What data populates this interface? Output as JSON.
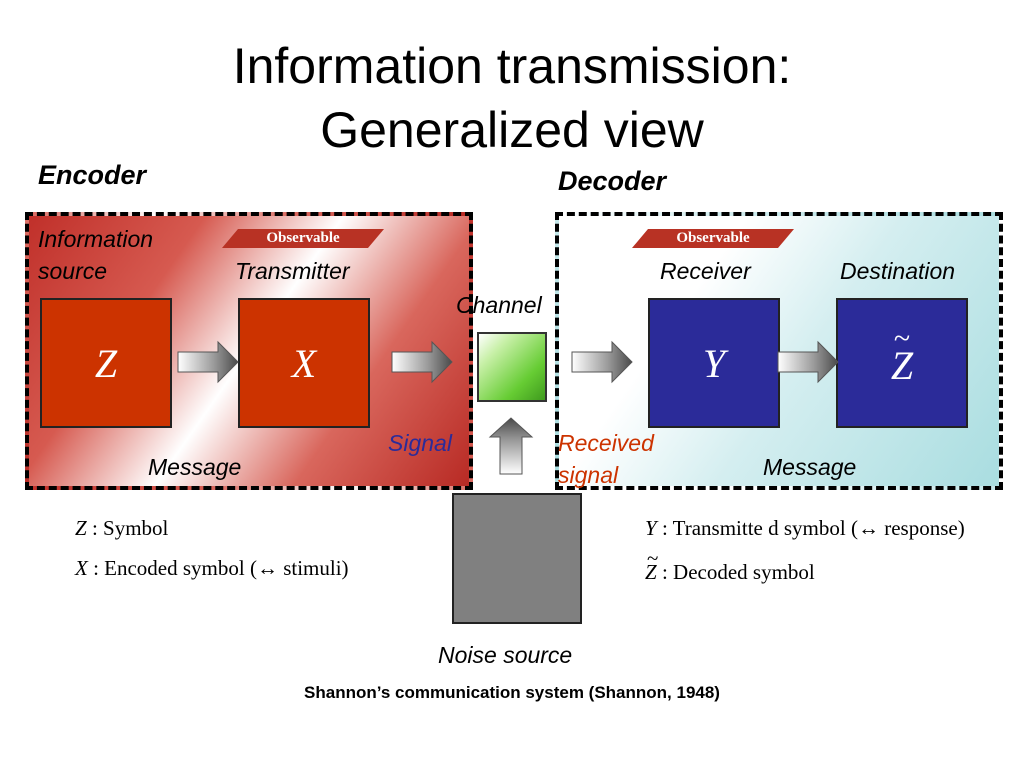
{
  "slide": {
    "title_line1": "Information transmission:",
    "title_line2": "Generalized view",
    "caption": "Shannon’s communication system (Shannon, 1948)"
  },
  "encoder": {
    "heading": "Encoder",
    "observable": "Observable",
    "info_source_line1": "Information",
    "info_source_line2": "source",
    "transmitter": "Transmitter",
    "symbol_z": "Z",
    "symbol_x": "X",
    "message": "Message"
  },
  "decoder": {
    "heading": "Decoder",
    "observable": "Observable",
    "receiver": "Receiver",
    "destination": "Destination",
    "symbol_y": "Y",
    "symbol_z_tilde": "Z",
    "tilde": "~",
    "message": "Message"
  },
  "channel": {
    "label": "Channel",
    "signal": "Signal",
    "received_line1": "Received",
    "received_line2": "signal",
    "noise_source": "Noise source"
  },
  "legend": {
    "z_sym": "Z",
    "z_desc": ": Symbol",
    "x_sym": "X",
    "x_desc": ": Encoded symbol (↔ stimuli)",
    "y_sym": "Y",
    "y_desc": ": Transmitte d symbol (↔ response)",
    "zt_sym": "Z",
    "zt_desc": ": Decoded symbol"
  },
  "colors": {
    "encoder_red": "#c0302a",
    "box_red": "#cc3300",
    "box_blue": "#2b2b99",
    "channel_green": "#66cc33",
    "noise_gray": "#808080",
    "decoder_teal": "#a9dde0"
  }
}
